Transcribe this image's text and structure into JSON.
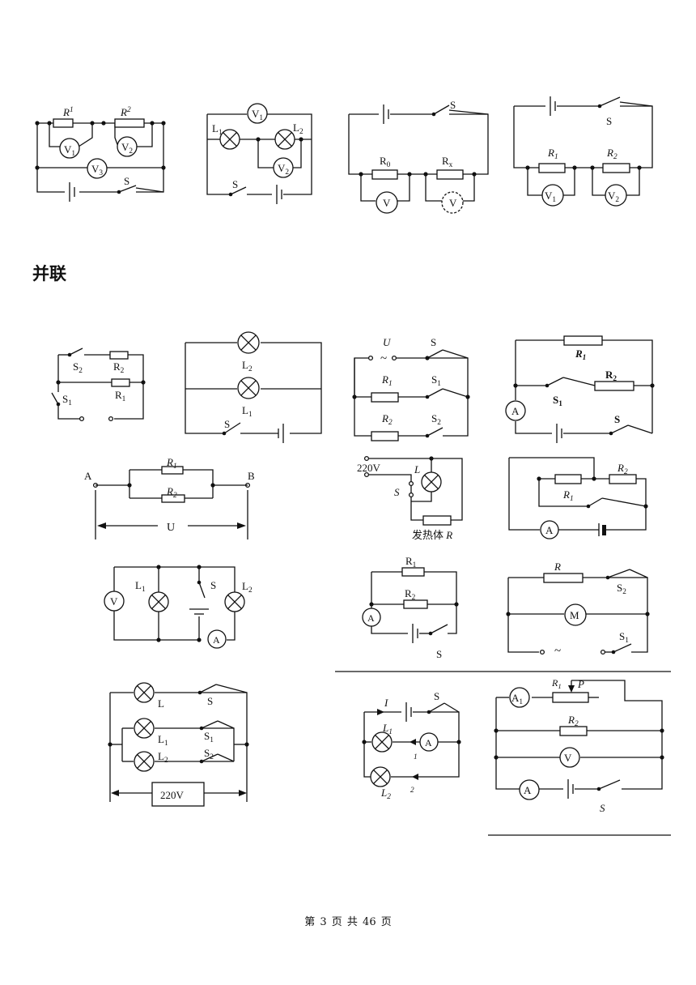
{
  "section_title": "并联",
  "footer": {
    "text": "第 3 页 共 46 页"
  },
  "labels": {
    "R": "R",
    "R0": "R",
    "Rx": "R",
    "R1": "R",
    "R2": "R",
    "L": "L",
    "L1": "L",
    "L2": "L",
    "S": "S",
    "S1": "S",
    "S2": "S",
    "V": "V",
    "V1": "V",
    "V2": "V",
    "V3": "V",
    "A": "A",
    "A1": "A",
    "M": "M",
    "U": "U",
    "I": "I",
    "P": "P",
    "node_A": "A",
    "node_B": "B",
    "sub0": "0",
    "subx": "x",
    "sub1": "1",
    "sub2": "2",
    "sub3": "3",
    "v220": "220V",
    "heater": "发热体",
    "tilde": "~"
  }
}
